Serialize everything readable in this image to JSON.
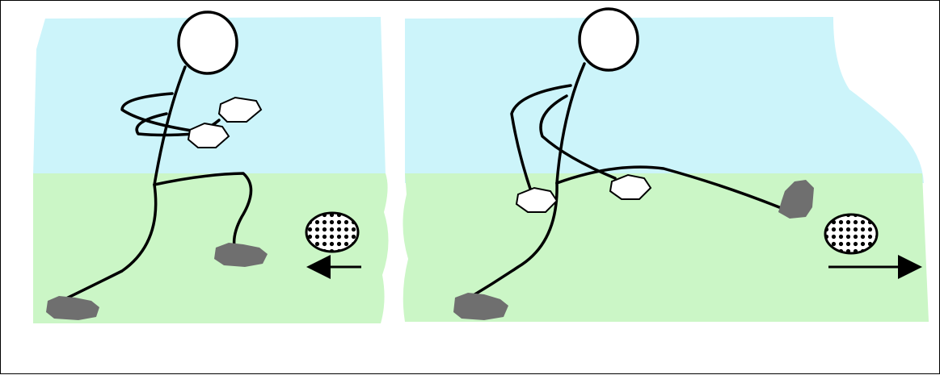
{
  "illustration": {
    "left_panel": {
      "figure": "stick-figure-pushing-leg",
      "ball_direction": "left"
    },
    "right_panel": {
      "figure": "stick-figure-kicking-leg",
      "ball_direction": "right"
    }
  },
  "colors": {
    "sky": "#ccf4fa",
    "grass": "#cbf6c6",
    "outline": "#000000",
    "shoe": "#6f6f6f",
    "hand": "#ffffff",
    "frame": "#000000"
  }
}
